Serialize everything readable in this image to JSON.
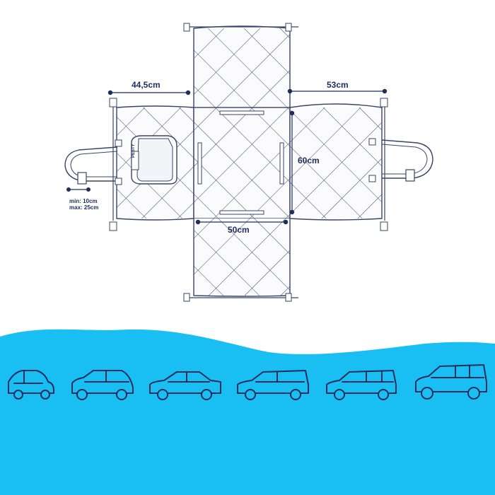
{
  "dimensions": {
    "top_left": "44,5cm",
    "top_right": "53cm",
    "height": "60cm",
    "width": "50cm",
    "strap_min": "min: 10cm",
    "strap_max": "max: 25cm"
  },
  "brand_label": "PESTY",
  "colors": {
    "outline": "#3a4468",
    "accent": "#1f2d5c",
    "water": "#19bff3"
  },
  "cars": [
    {
      "type": "microcar",
      "icon": "microcar-icon"
    },
    {
      "type": "hatchback",
      "icon": "hatchback-icon"
    },
    {
      "type": "sedan",
      "icon": "sedan-icon"
    },
    {
      "type": "wagon",
      "icon": "wagon-icon"
    },
    {
      "type": "estate",
      "icon": "estate-icon"
    },
    {
      "type": "suv",
      "icon": "suv-icon"
    }
  ]
}
